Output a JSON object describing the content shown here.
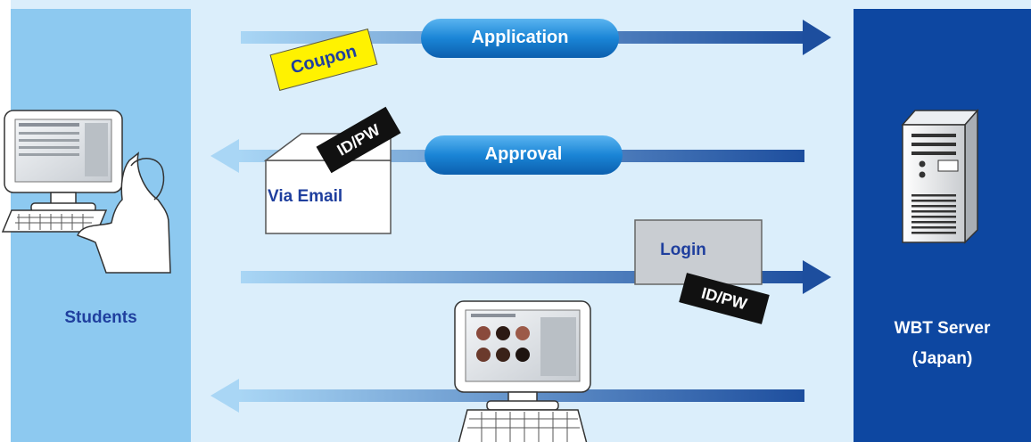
{
  "participants": {
    "students": "Students",
    "server_line1": "WBT Server",
    "server_line2": "(Japan)"
  },
  "steps": {
    "application": "Application",
    "coupon": "Coupon",
    "approval": "Approval",
    "credentials": "ID/PW",
    "via_email": "Via Email",
    "login": "Login"
  },
  "colors": {
    "background": "#dbeefb",
    "students_column": "#8dc9f0",
    "server_column": "#0d47a1",
    "arrow": "#1d4e9e",
    "pill": "#1379c9",
    "coupon": "#fff200",
    "label_text": "#1f3f9e"
  }
}
